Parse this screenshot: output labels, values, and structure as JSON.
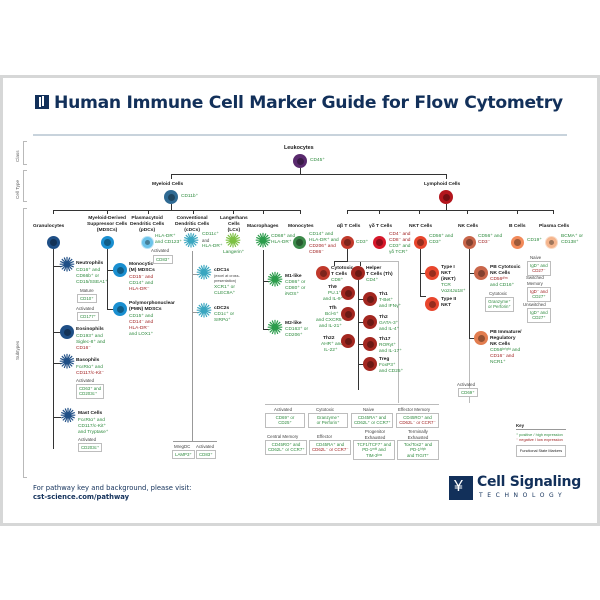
{
  "title": "Human Immune Cell Marker Guide for Flow Cytometry",
  "side_labels": {
    "class": "Class",
    "cell_type": "Cell Type",
    "subtypes": "Subtypes"
  },
  "root": {
    "name": "Leukocytes",
    "marker": "CD45⁺",
    "color": "#5a2a6e"
  },
  "classes": {
    "myeloid": {
      "name": "Myeloid Cells",
      "marker": "CD11b⁺",
      "color": "#2f6a93"
    },
    "lymphoid": {
      "name": "Lymphoid Cells",
      "marker": "",
      "color": "#b3161d"
    }
  },
  "cell_types": {
    "granulocytes": {
      "name": "Granulocytes",
      "color": "#1f4f86"
    },
    "mdsc": {
      "name": "Myeloid-Derived\nSuppressor Cells\n(MDSCs)",
      "color": "#1a8fd0"
    },
    "pdc": {
      "name": "Plasmacytoid\nDendritic Cells\n(pDCs)",
      "marker1": "HLA-DR⁺",
      "marker2": "and CD123⁺",
      "activated_label": "Activated",
      "activated_marker": "CD83⁺",
      "color": "#6cc3ea"
    },
    "cdc": {
      "name": "Conventional\nDendritic Cells\n(cDCs)",
      "marker1": "CD11c⁺",
      "marker2": "and",
      "marker3": "HLA-DR⁺",
      "color": "#3aa6c0"
    },
    "lc": {
      "name": "Langerhans\nCells\n(LCs)",
      "marker": "Langerin⁺",
      "color": "#7cc142"
    },
    "macrophages": {
      "name": "Macrophages",
      "marker1": "CD68⁺ and",
      "marker2": "HLA-DR⁺",
      "color": "#2a9c4a"
    },
    "monocytes": {
      "name": "Monocytes",
      "marker1": "CD14⁺ and",
      "marker2": "HLA-DR⁺ and",
      "marker3": "CD206⁺ and",
      "marker4": "CD86⁻",
      "color": "#3c8a4a"
    },
    "ab_t": {
      "name": "αβ T Cells",
      "marker": "CD3⁺",
      "color": "#c0392b"
    },
    "gd_t": {
      "name": "γδ T Cells",
      "marker1": "CD4⁻ and",
      "marker2": "CD8⁻ and",
      "marker3": "CD3⁺ and",
      "marker4": "γδ TCR⁺",
      "color": "#d7182a"
    },
    "nkt": {
      "name": "NKT Cells",
      "marker1": "CD56⁺ and",
      "marker2": "CD3⁺",
      "color": "#e8462d"
    },
    "nk": {
      "name": "NK Cells",
      "marker1": "CD56⁺ and",
      "marker2": "CD3⁻",
      "color": "#c9664a"
    },
    "b": {
      "name": "B Cells",
      "marker": "CD19⁺",
      "color": "#f28a5a"
    },
    "plasma": {
      "name": "Plasma Cells",
      "marker1": "BCMA⁺ or",
      "marker2": "CD138⁺",
      "color": "#f5b58d"
    }
  },
  "subtypes": {
    "neutrophils": {
      "name": "Neutrophils",
      "m1": "CD16⁺ and",
      "m2": "CD66b⁺ or",
      "m3": "CD15/SSEA1⁺",
      "mature_label": "Mature",
      "mature_marker": "CD10⁺",
      "activated_label": "Activated",
      "activated_marker": "CD177⁺"
    },
    "eosinophils": {
      "name": "Eosinophils",
      "m1": "CD193⁺ and",
      "m2": "Siglec-8⁺ and",
      "m3": "CD16⁻"
    },
    "basophils": {
      "name": "Basophils",
      "m1": "FcεRIα⁺ and",
      "m2": "CD117/c-Kit⁻",
      "activated_label": "Activated",
      "activated_m1": "CD63⁺ and",
      "activated_m2": "CD203c⁺"
    },
    "mast": {
      "name": "Mast Cells",
      "m1": "FcεRIα⁺ and",
      "m2": "CD117/c-Kit⁺",
      "m3": "and Tryptase⁺",
      "activated_label": "Activated",
      "activated_marker": "CD203c⁺"
    },
    "m_mdsc": {
      "name": "Monocytic\n(M) MDSCs",
      "m1": "CD15⁻ and",
      "m2": "CD14⁺ and",
      "m3": "HLA-DR⁻"
    },
    "pmn_mdsc": {
      "name": "Polymorphonuclear\n(PMN) MDSCs",
      "m1": "CD15⁺ and",
      "m2": "CD14⁻ and",
      "m3": "HLA-DR⁻",
      "m4": "and LOX1⁺"
    },
    "cdc1": {
      "name": "cDC1s",
      "note1": "(excel at cross-",
      "note2": "presentation)",
      "m1": "XCR1⁺ or",
      "m2": "CLEC9A⁺"
    },
    "cdc2": {
      "name": "cDC2s",
      "m1": "CD1c⁺ or",
      "m2": "SIRPα⁺"
    },
    "cdc_boxes": [
      {
        "label": "MregDC",
        "marker": "LAMP3⁺"
      },
      {
        "label": "Activated",
        "marker": "CD83⁺"
      }
    ],
    "m1": {
      "name": "M1-like",
      "m1": "CD86⁺ or",
      "m2": "CD80⁺ or",
      "m3": "iNOS⁺"
    },
    "m2": {
      "name": "M2-like",
      "m1": "CD163⁺ or",
      "m2": "CD206⁺"
    },
    "cytotoxic_t": {
      "name": "Cytotoxic\nT Cells",
      "marker": "CD8⁺"
    },
    "helper_t": {
      "name": "Helper\nT Cells (Th)",
      "marker": "CD4⁺"
    },
    "th9": {
      "name": "Th9",
      "m1": "PU.1⁺",
      "m2": "and IL-9⁺"
    },
    "tfh": {
      "name": "Tfh",
      "m1": "Bcl-6⁺",
      "m2": "and CXCR5⁺",
      "m3": "and IL-21⁺"
    },
    "th22": {
      "name": "Th22",
      "m1": "AHR⁺ and",
      "m2": "IL-22⁺"
    },
    "th1": {
      "name": "Th1",
      "m1": "T-Bet⁺",
      "m2": "and IFNγ⁺"
    },
    "th2": {
      "name": "Th2",
      "m1": "GATA-3⁺",
      "m2": "and IL-4⁺"
    },
    "th17": {
      "name": "Th17",
      "m1": "RORγt⁺",
      "m2": "and IL-17⁺"
    },
    "treg": {
      "name": "Treg",
      "m1": "FoxP3⁺",
      "m2": "and CD25⁺"
    },
    "t_state_boxes": [
      {
        "label": "Activated",
        "m1": "CD69⁺ or",
        "m2": "CD25⁺"
      },
      {
        "label": "Cytotoxic",
        "m1": "Granzyme⁺",
        "m2": "or Perforin⁺"
      },
      {
        "label": "Naive",
        "m1": "CD45RA⁺ and",
        "m2": "CD62L⁺ or CCR7⁺"
      },
      {
        "label": "Effector Memory",
        "m1": "CD45RO⁺ and",
        "m2": "CD62L⁻ or CCR7⁻"
      },
      {
        "label": "Central Memory",
        "m1": "CD45RO⁺ and",
        "m2": "CD62L⁺ or CCR7⁺"
      },
      {
        "label": "Effector",
        "m1": "CD45RA⁺ and",
        "m2": "CD62L⁻ or CCR7⁻"
      },
      {
        "label": "Progenitor Exhausted",
        "m1": "TCF1/TCF7⁺ and",
        "m2": "PD-1ᵐⁱᵈ and",
        "m3": "TIM-3ˡᵒʷ"
      },
      {
        "label": "Terminally Exhausted",
        "m1": "Tox/Tox2⁺ and",
        "m2": "PD-1ʰⁱᵍʰ",
        "m3": "and TIGIT⁺"
      }
    ],
    "type1_nkt": {
      "name": "Type I\nNKT\n(iNKT)",
      "m1": "TCR",
      "m2": "Vα24Jα18⁺"
    },
    "type2_nkt": {
      "name": "Type II\nNKT"
    },
    "pb_cytotoxic_nk": {
      "name": "PB Cytotoxic\nNK Cells",
      "m1": "CD56ᵈⁱᵐ",
      "m2": "and CD16⁺",
      "box_label": "Cytotoxic",
      "box_m1": "Granzyme⁺",
      "box_m2": "or Perforin⁺"
    },
    "pb_reg_nk": {
      "name": "PB Immature/\nRegulatory\nNK Cells",
      "m1": "CD56ᵇʳⁱᵍʰᵗ and",
      "m2": "CD16⁻ and",
      "m3": "NCR1⁺"
    },
    "nk_activated": {
      "label": "Activated",
      "marker": "CD69⁺"
    },
    "b_boxes": [
      {
        "label": "Naive",
        "m1": "IgD⁺ and",
        "m2": "CD27⁻"
      },
      {
        "label": "Switched\nMemory",
        "m1": "IgD⁻ and",
        "m2": "CD27⁺"
      },
      {
        "label": "Unswitched",
        "m1": "IgD⁺ and",
        "m2": "CD27⁺"
      }
    ]
  },
  "key": {
    "title": "Key",
    "positive": "⁺ positive / high expression",
    "negative": "⁻ negative / low expression",
    "functional": "Functional State Markers"
  },
  "footer": {
    "line1": "For pathway key and background, please visit:",
    "line2": "cst-science.com/pathway"
  },
  "logo": {
    "name": "Cell Signaling",
    "sub": "TECHNOLOGY"
  }
}
